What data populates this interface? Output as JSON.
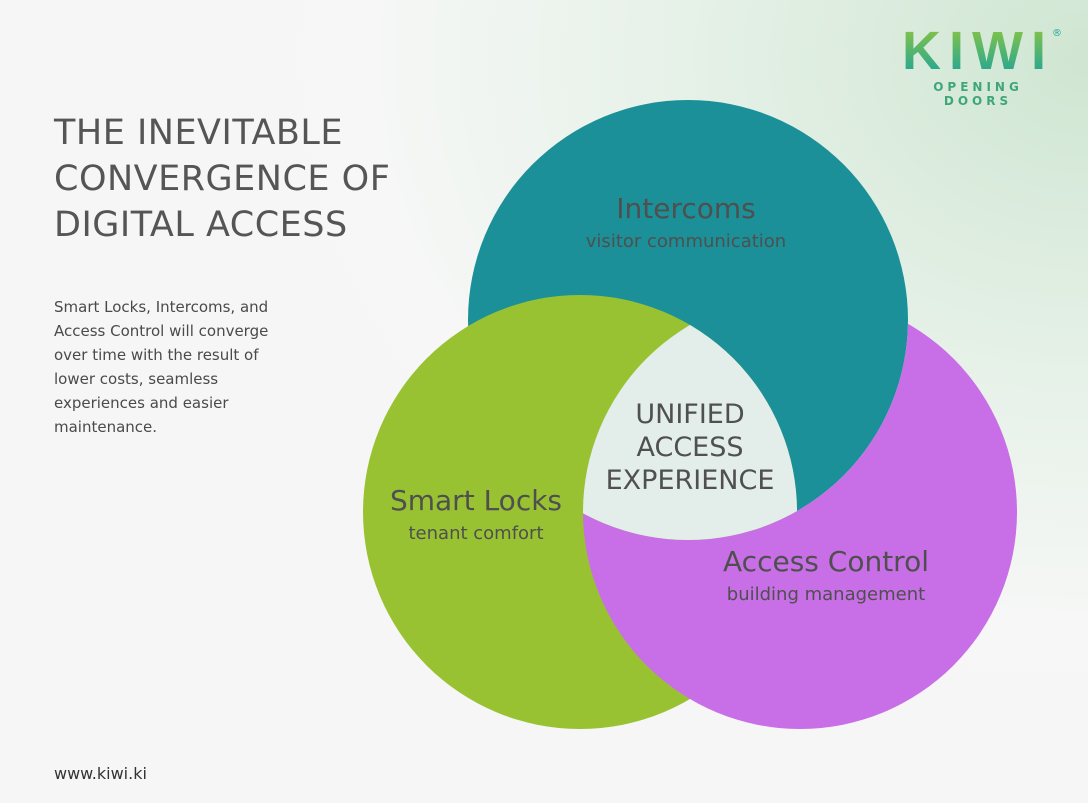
{
  "logo": {
    "word": "KIWI",
    "registered": "®",
    "tagline": "OPENING DOORS"
  },
  "title": [
    "THE INEVITABLE",
    "CONVERGENCE OF",
    "DIGITAL ACCESS"
  ],
  "description": "Smart Locks, Intercoms, and Access Control will converge over time with the result of lower costs, seamless experiences and easier maintenance.",
  "url": "www.kiwi.ki",
  "venn": {
    "intercoms": {
      "title": "Intercoms",
      "subtitle": "visitor communication",
      "color": "#1b9099"
    },
    "smart_locks": {
      "title": "Smart Locks",
      "subtitle": "tenant comfort",
      "color": "#99c233"
    },
    "access_control": {
      "title": "Access Control",
      "subtitle": "building management",
      "color": "#c86ee6"
    },
    "center": [
      "UNIFIED",
      "ACCESS",
      "EXPERIENCE"
    ],
    "center_color": "#e3eeea"
  }
}
